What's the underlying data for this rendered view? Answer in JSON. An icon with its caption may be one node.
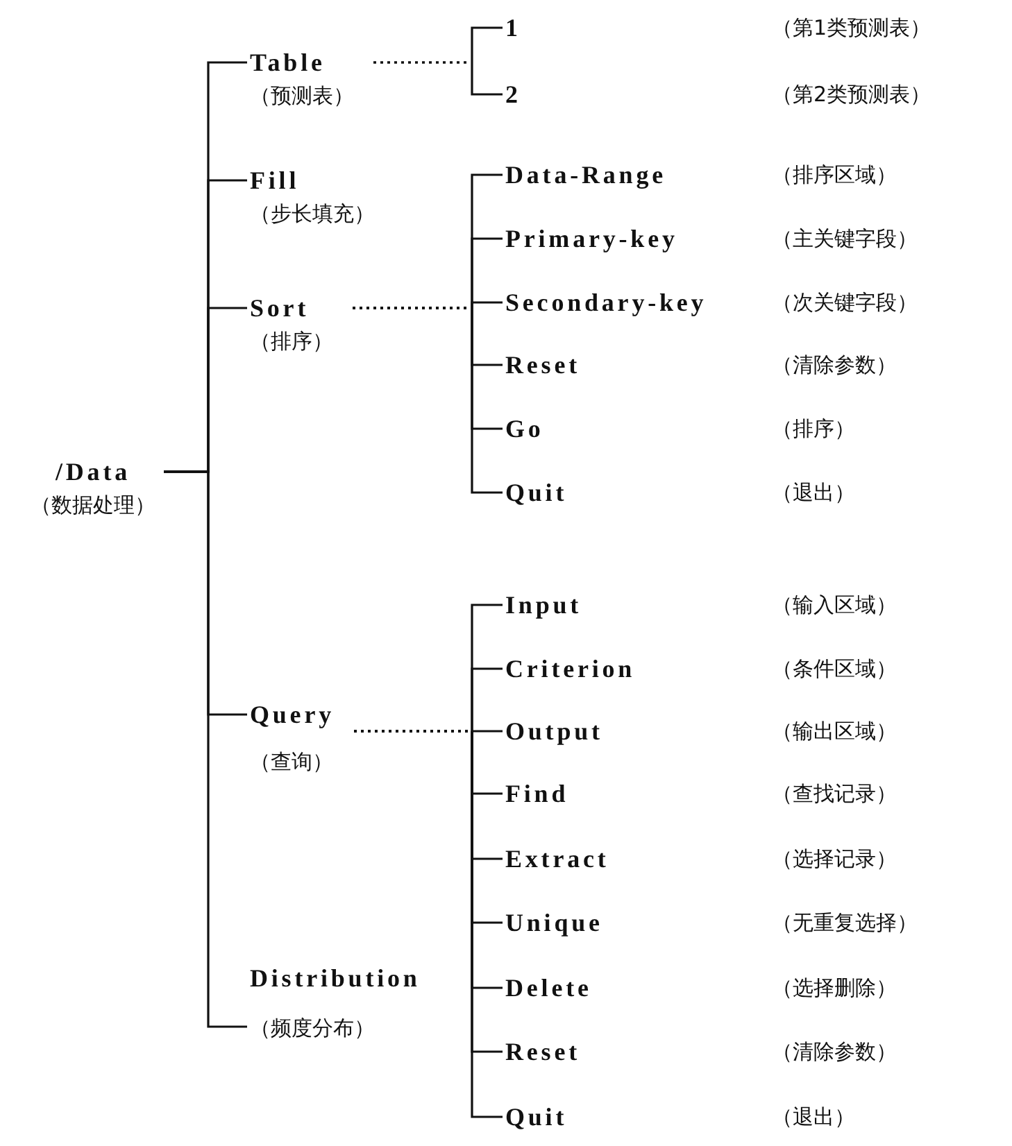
{
  "diagram": {
    "nodes": [
      {
        "text": [
          "/Data",
          "（数据处理）"
        ]
      },
      {
        "text": [
          "Table",
          "（预测表）"
        ]
      },
      {
        "text": [
          "Fill",
          "（步长填充）"
        ]
      },
      {
        "text": [
          "Sort",
          "（排序）"
        ]
      },
      {
        "text": [
          "Query",
          "（查询）"
        ]
      },
      {
        "text": [
          "Distribution",
          "（频度分布）"
        ]
      },
      {
        "text": [
          "1"
        ],
        "beside": [
          "（第1类预测表）"
        ]
      },
      {
        "text": [
          "2"
        ],
        "beside": [
          "（第2类预测表）"
        ]
      },
      {
        "text": [
          "Data-Range"
        ],
        "beside": [
          "（排序区域）"
        ]
      },
      {
        "text": [
          "Primary-key"
        ],
        "beside": [
          "（主关键字段）"
        ]
      },
      {
        "text": [
          "Secondary-key"
        ],
        "beside": [
          "（次关键字段）"
        ]
      },
      {
        "text": [
          "Reset"
        ],
        "beside": [
          "（清除参数）"
        ]
      },
      {
        "text": [
          "Go"
        ],
        "beside": [
          "（排序）"
        ]
      },
      {
        "text": [
          "Quit"
        ],
        "beside": [
          "（退出）"
        ]
      },
      {
        "text": [
          "Input"
        ],
        "beside": [
          "（输入区域）"
        ]
      },
      {
        "text": [
          "Criterion"
        ],
        "beside": [
          "（条件区域）"
        ]
      },
      {
        "text": [
          "Output"
        ],
        "beside": [
          "（输出区域）"
        ]
      },
      {
        "text": [
          "Find"
        ],
        "beside": [
          "（查找记录）"
        ]
      },
      {
        "text": [
          "Extract"
        ],
        "beside": [
          "（选择记录）"
        ]
      },
      {
        "text": [
          "Unique"
        ],
        "beside": [
          "（无重复选择）"
        ]
      },
      {
        "text": [
          "Delete"
        ],
        "beside": [
          "（选择删除）"
        ]
      },
      {
        "text": [
          "Reset"
        ],
        "beside": [
          "（清除参数）"
        ]
      },
      {
        "text": [
          "Quit"
        ],
        "beside": [
          "（退出）"
        ]
      }
    ],
    "edges": [
      {
        "from": 0,
        "to": 1,
        "arrow": "none"
      },
      {
        "from": 0,
        "to": 2,
        "arrow": "none"
      },
      {
        "from": 0,
        "to": 3,
        "arrow": "none"
      },
      {
        "from": 0,
        "to": 4,
        "arrow": "none"
      },
      {
        "from": 0,
        "to": 5,
        "arrow": "none"
      },
      {
        "from": 1,
        "to": 6,
        "arrow": "none",
        "style": "dashed"
      },
      {
        "from": 1,
        "to": 7,
        "arrow": "none",
        "style": "dashed"
      },
      {
        "from": 3,
        "to": 8,
        "arrow": "none",
        "style": "dashed"
      },
      {
        "from": 3,
        "to": 9,
        "arrow": "none",
        "style": "dashed"
      },
      {
        "from": 3,
        "to": 10,
        "arrow": "none",
        "style": "dashed"
      },
      {
        "from": 3,
        "to": 11,
        "arrow": "none",
        "style": "dashed"
      },
      {
        "from": 3,
        "to": 12,
        "arrow": "none",
        "style": "dashed"
      },
      {
        "from": 3,
        "to": 13,
        "arrow": "none",
        "style": "dashed"
      },
      {
        "from": 4,
        "to": 14,
        "arrow": "none",
        "style": "dashed"
      },
      {
        "from": 4,
        "to": 15,
        "arrow": "none",
        "style": "dashed"
      },
      {
        "from": 4,
        "to": 16,
        "arrow": "none",
        "style": "dashed"
      },
      {
        "from": 4,
        "to": 17,
        "arrow": "none",
        "style": "dashed"
      },
      {
        "from": 4,
        "to": 18,
        "arrow": "none",
        "style": "dashed"
      },
      {
        "from": 4,
        "to": 19,
        "arrow": "none",
        "style": "dashed"
      },
      {
        "from": 4,
        "to": 20,
        "arrow": "none",
        "style": "dashed"
      },
      {
        "from": 4,
        "to": 21,
        "arrow": "none",
        "style": "dashed"
      },
      {
        "from": 4,
        "to": 22,
        "arrow": "none",
        "style": "dashed"
      }
    ]
  }
}
